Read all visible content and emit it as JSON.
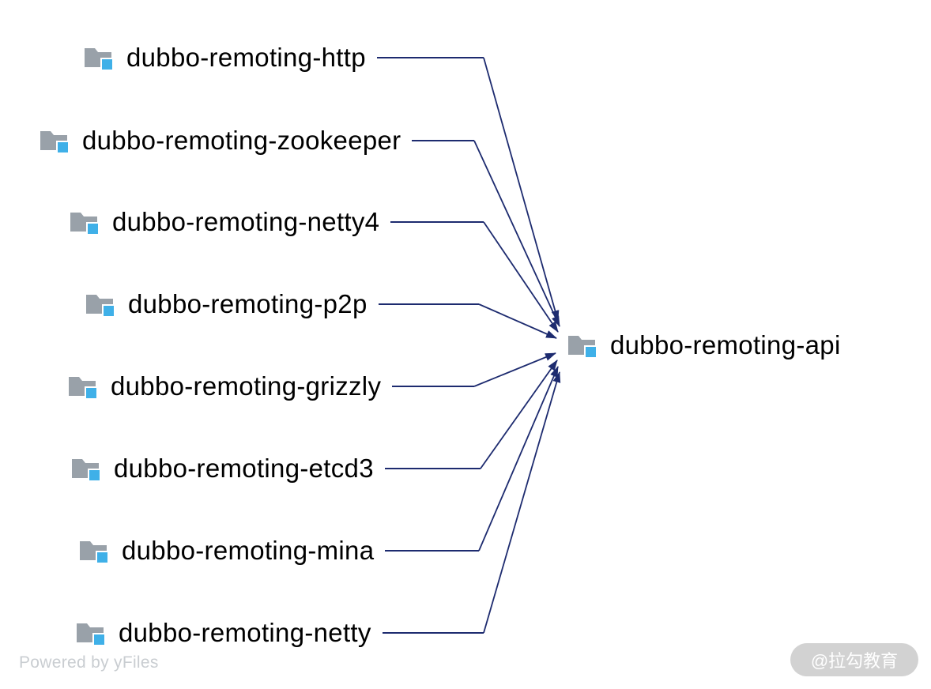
{
  "diagram": {
    "colors": {
      "edge": "#1d2b6f",
      "folder": "#99a1a9",
      "folder_accent": "#3fb0e8",
      "label": "#000000"
    },
    "icon": "folder-module-icon",
    "target": {
      "label": "dubbo-remoting-api"
    },
    "sources": [
      {
        "label": "dubbo-remoting-http"
      },
      {
        "label": "dubbo-remoting-zookeeper"
      },
      {
        "label": "dubbo-remoting-netty4"
      },
      {
        "label": "dubbo-remoting-p2p"
      },
      {
        "label": "dubbo-remoting-grizzly"
      },
      {
        "label": "dubbo-remoting-etcd3"
      },
      {
        "label": "dubbo-remoting-mina"
      },
      {
        "label": "dubbo-remoting-netty"
      }
    ],
    "edges": [
      {
        "from": "dubbo-remoting-http",
        "to": "dubbo-remoting-api"
      },
      {
        "from": "dubbo-remoting-zookeeper",
        "to": "dubbo-remoting-api"
      },
      {
        "from": "dubbo-remoting-netty4",
        "to": "dubbo-remoting-api"
      },
      {
        "from": "dubbo-remoting-p2p",
        "to": "dubbo-remoting-api"
      },
      {
        "from": "dubbo-remoting-grizzly",
        "to": "dubbo-remoting-api"
      },
      {
        "from": "dubbo-remoting-etcd3",
        "to": "dubbo-remoting-api"
      },
      {
        "from": "dubbo-remoting-mina",
        "to": "dubbo-remoting-api"
      },
      {
        "from": "dubbo-remoting-netty",
        "to": "dubbo-remoting-api"
      }
    ]
  },
  "footer": {
    "powered_by": "Powered by yFiles",
    "watermark_badge": "@拉勾教育"
  }
}
